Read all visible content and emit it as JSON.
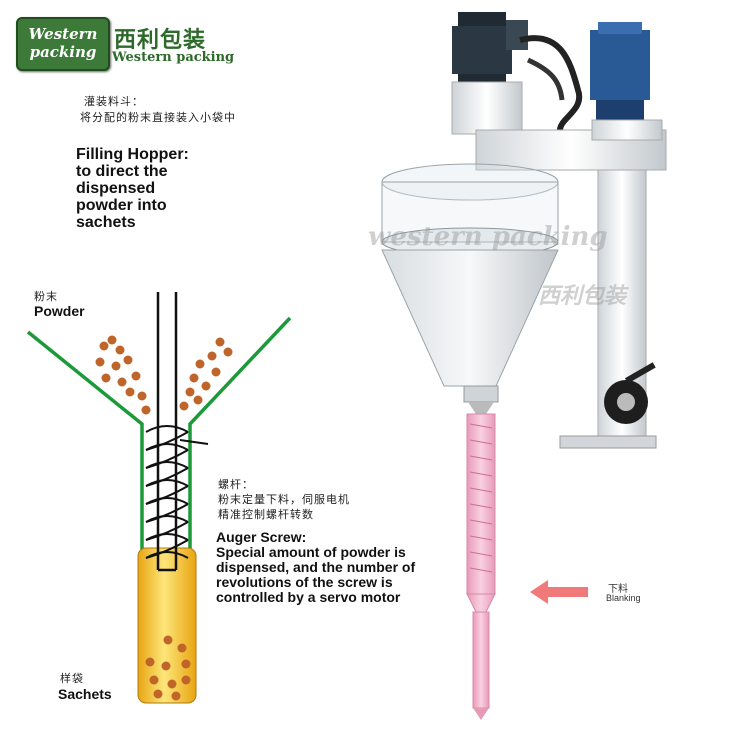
{
  "logo": {
    "line1": "Western",
    "line2": "packing",
    "cn_name": "西利包装",
    "sub": "Western packing"
  },
  "hopper": {
    "cn_title": "灌装料斗：",
    "cn_desc": "将分配的粉末直接装入小袋中",
    "en_lines": [
      "Filling Hopper:",
      "to direct the",
      "dispensed",
      "powder into",
      "sachets"
    ]
  },
  "powder": {
    "cn": "粉末",
    "en": "Powder"
  },
  "auger": {
    "cn_title": "螺杆：",
    "cn_line1": "粉末定量下料，伺服电机",
    "cn_line2": "精准控制螺杆转数",
    "en_lines": [
      "Auger Screw:",
      "Special amount of powder is",
      "dispensed, and the number of",
      "revolutions of the screw is",
      "controlled by a servo motor"
    ]
  },
  "sachets": {
    "cn": "样袋",
    "en": "Sachets"
  },
  "blanking": {
    "cn": "下料",
    "en": "Blanking"
  },
  "watermark": {
    "en": "western packing",
    "cn": "西利包装"
  },
  "colors": {
    "brand_green": "#3d7a3a",
    "hopper_line": "#1c9a3a",
    "powder": "#c0652a",
    "sachet": "#f2b81d",
    "auger_pink": "#f3b8d0",
    "arrow": "#f07a7a"
  }
}
